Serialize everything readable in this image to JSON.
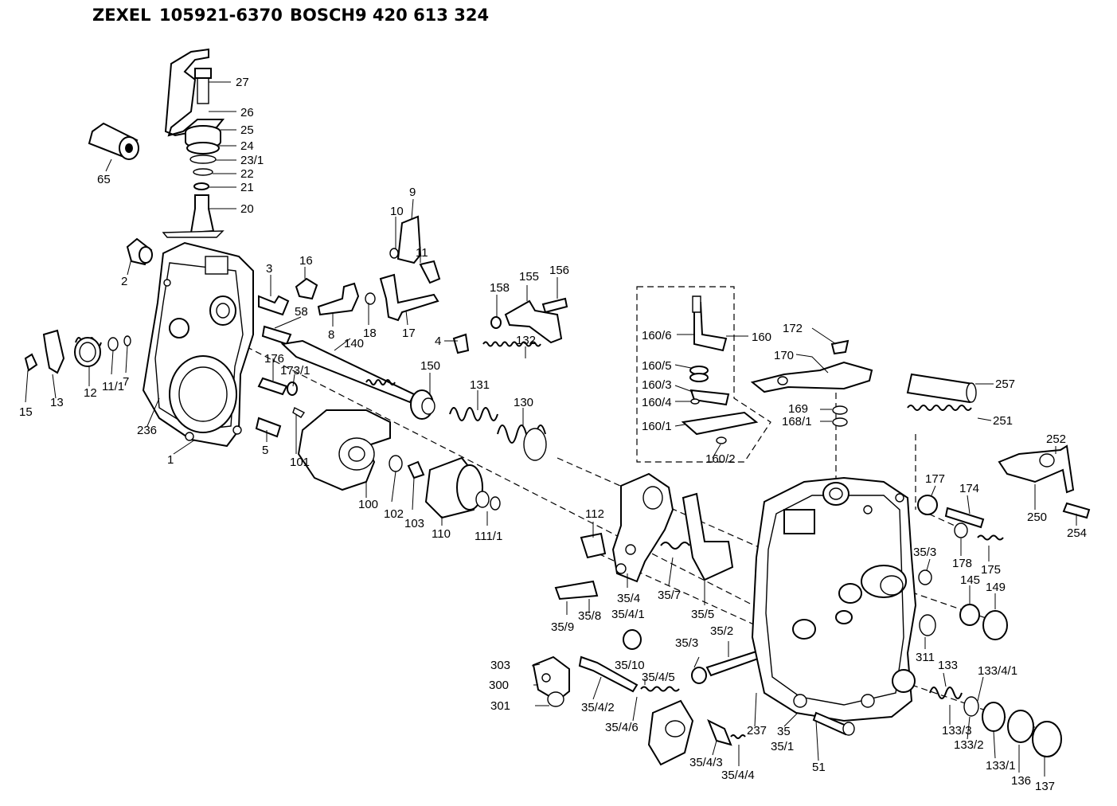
{
  "header": {
    "brand1": "ZEXEL",
    "number1": "105921-6370",
    "brand2": "BOSCH",
    "number2": "9 420 613 324"
  },
  "labels": {
    "l27": "27",
    "l26": "26",
    "l25": "25",
    "l24": "24",
    "l23_1": "23/1",
    "l22": "22",
    "l21": "21",
    "l20": "20",
    "l65": "65",
    "l2": "2",
    "l3": "3",
    "l16": "16",
    "l58": "58",
    "l8": "8",
    "l18": "18",
    "l17": "17",
    "l9": "9",
    "l10": "10",
    "l11": "11",
    "l158": "158",
    "l155": "155",
    "l156": "156",
    "l4": "4",
    "l132": "132",
    "l140": "140",
    "l176": "176",
    "l173_1": "173/1",
    "l5": "5",
    "l101": "101",
    "l15": "15",
    "l13": "13",
    "l12": "12",
    "l11_1": "11/1",
    "l7": "7",
    "l236": "236",
    "l1": "1",
    "l150": "150",
    "l131": "131",
    "l130": "130",
    "l100": "100",
    "l102": "102",
    "l103": "103",
    "l110": "110",
    "l111_1": "111/1",
    "l112": "112",
    "l160_6": "160/6",
    "l160": "160",
    "l160_5": "160/5",
    "l160_3": "160/3",
    "l160_4": "160/4",
    "l160_1": "160/1",
    "l160_2": "160/2",
    "l172": "172",
    "l170": "170",
    "l169": "169",
    "l168_1": "168/1",
    "l257": "257",
    "l251": "251",
    "l252": "252",
    "l250": "250",
    "l254": "254",
    "l177": "177",
    "l174": "174",
    "l178": "178",
    "l175": "175",
    "l35_3a": "35/3",
    "l145": "145",
    "l149": "149",
    "l311": "311",
    "l35_4": "35/4",
    "l35_7": "35/7",
    "l35_5": "35/5",
    "l35_4_1": "35/4/1",
    "l35_9": "35/9",
    "l35_8": "35/8",
    "l35_10": "35/10",
    "l35_3b": "35/3",
    "l35_2": "35/2",
    "l303": "303",
    "l300": "300",
    "l301": "301",
    "l35_4_2": "35/4/2",
    "l35_4_5": "35/4/5",
    "l35_4_6": "35/4/6",
    "l35_4_3": "35/4/3",
    "l35_4_4": "35/4/4",
    "l237": "237",
    "l35": "35",
    "l35_1": "35/1",
    "l51": "51",
    "l133": "133",
    "l133_4_1": "133/4/1",
    "l133_3": "133/3",
    "l133_2": "133/2",
    "l133_1": "133/1",
    "l136": "136",
    "l137": "137"
  },
  "colors": {
    "ink": "#000000",
    "paper": "#ffffff"
  }
}
